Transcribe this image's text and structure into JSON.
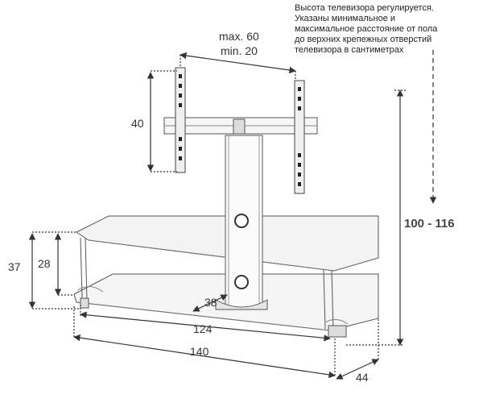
{
  "note": {
    "lines": [
      "Высота телевизора регулируется.",
      "Указаны минимальное и",
      "максимальное  расстояние от пола",
      "до верхних крепежных отверстий",
      "телевизора в сантиметрах"
    ]
  },
  "dimensions": {
    "mount_width_max": "max. 60",
    "mount_width_min": "min. 20",
    "mount_height": "40",
    "total_height": "100 - 116",
    "overall_height": "37",
    "shelf_height": "28",
    "column_offset": "38",
    "inner_width": "124",
    "overall_width": "140",
    "depth": "44"
  }
}
